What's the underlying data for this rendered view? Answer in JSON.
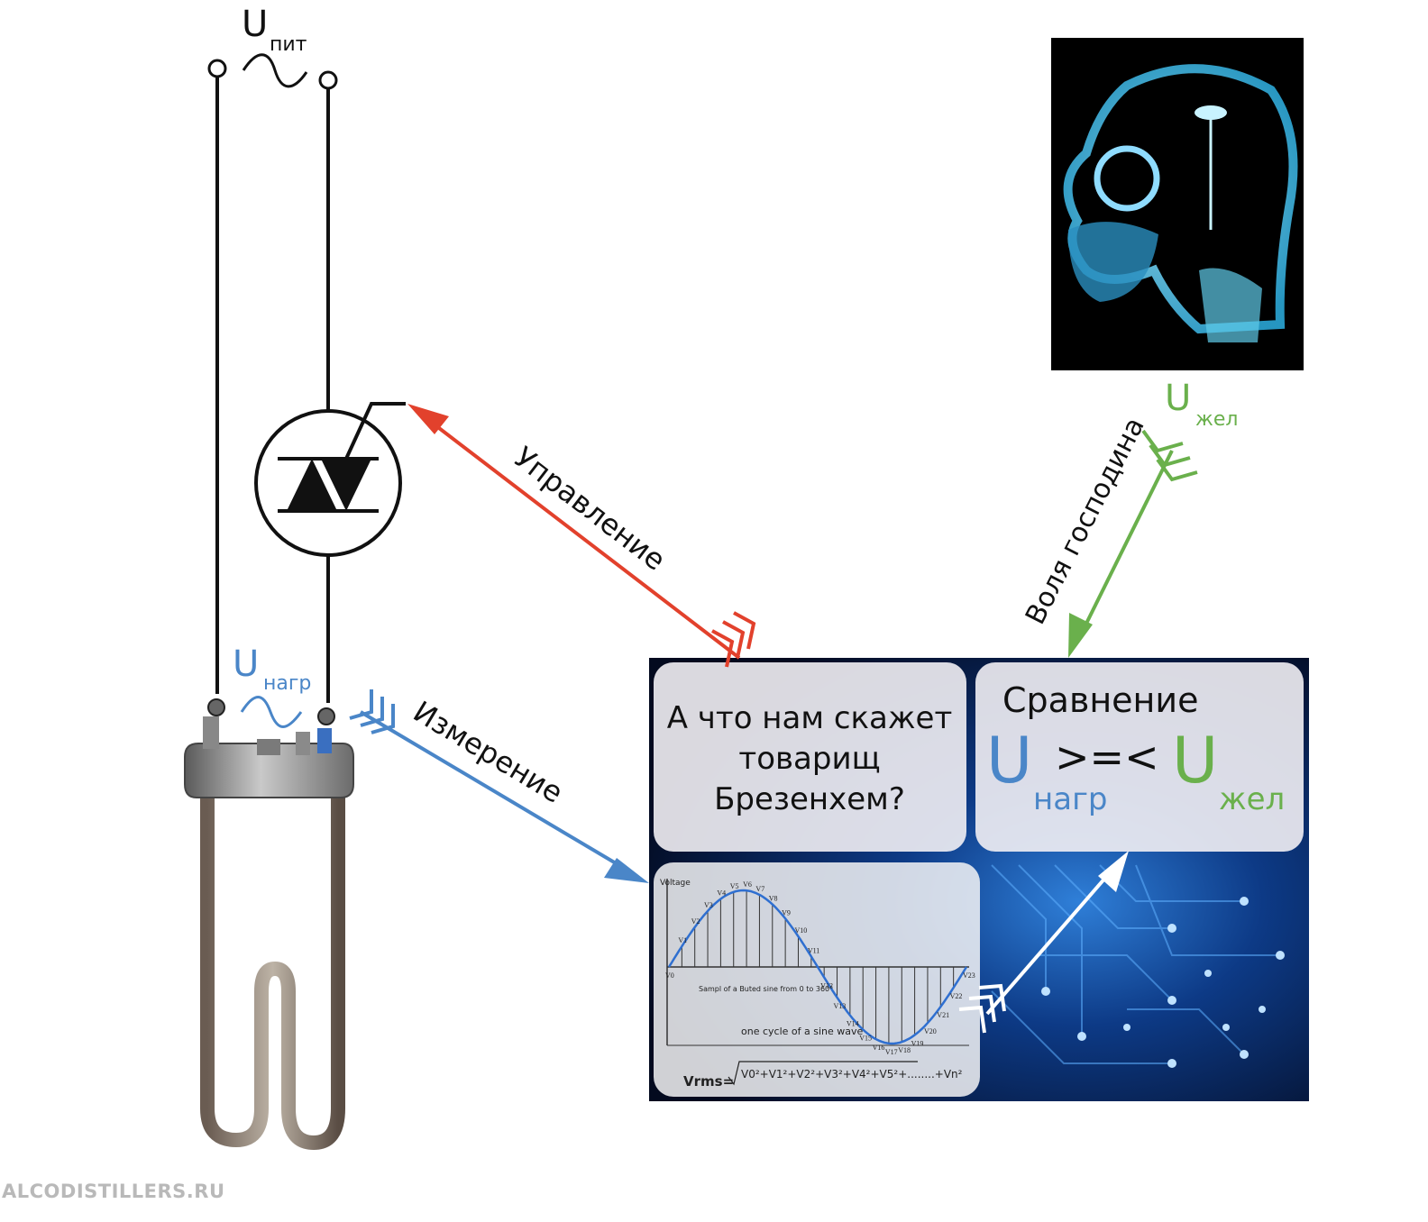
{
  "labels": {
    "u_supply_main": "U",
    "u_supply_sub": "пит",
    "u_load_main": "U",
    "u_load_sub": "нагр",
    "u_desired_main": "U",
    "u_desired_sub": "жел",
    "control": "Управление",
    "measure": "Измерение",
    "master_will": "Воля господина"
  },
  "panel_question": {
    "line1": "А что нам скажет",
    "line2": "товарищ",
    "line3": "Брезенхем?"
  },
  "panel_compare": {
    "title": "Сравнение",
    "u_left_main": "U",
    "u_left_sub": "нагр",
    "operator": ">=<",
    "u_right_main": "U",
    "u_right_sub": "жел"
  },
  "sine_panel": {
    "axis_label": "Voltage",
    "sample_label": "Sampl of a Buted sine from 0 to 360°",
    "cycle_label": "one cycle of a sine wave",
    "rms_label": "Vrms=",
    "rms_formula": "V0²+V1²+V2²+V3²+V4²+V5²+........+Vn²",
    "point_labels": [
      "V0",
      "V1",
      "V2",
      "V3",
      "V4",
      "V5",
      "V6",
      "V7",
      "V8",
      "V9",
      "V10",
      "V11",
      "V12",
      "V13",
      "V14",
      "V15",
      "V16",
      "V17",
      "V18",
      "V19",
      "V20",
      "V21",
      "V22",
      "V23"
    ]
  },
  "watermark": "ALCODISTILLERS.RU",
  "colors": {
    "control_arrow": "#e2412c",
    "measure_arrow": "#4a86c8",
    "will_arrow": "#6ab04c",
    "u_load": "#4a86c8",
    "u_desired": "#6ab04c",
    "circuit_bg": "#06122e"
  }
}
